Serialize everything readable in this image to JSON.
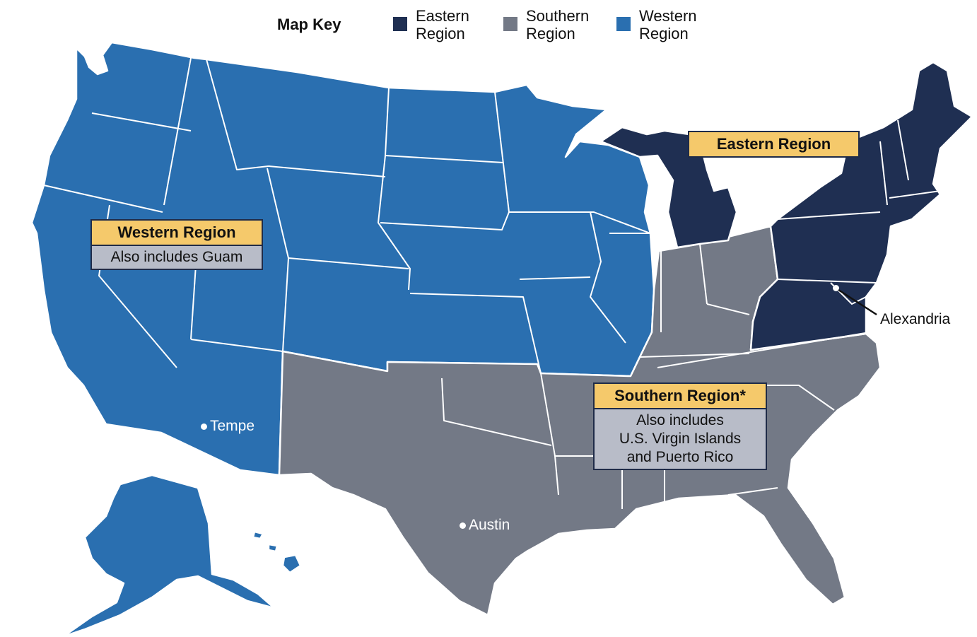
{
  "map_key": {
    "title": "Map Key",
    "items": [
      {
        "label": "Eastern\nRegion",
        "color": "#1f2f52"
      },
      {
        "label": "Southern\nRegion",
        "color": "#737986"
      },
      {
        "label": "Western\nRegion",
        "color": "#2a6fb0"
      }
    ]
  },
  "callouts": {
    "western": {
      "title": "Western Region",
      "body": "Also includes Guam"
    },
    "eastern": {
      "title": "Eastern Region"
    },
    "southern": {
      "title": "Southern Region*",
      "body": "Also includes\nU.S. Virgin Islands\nand Puerto Rico"
    }
  },
  "cities": {
    "tempe": "Tempe",
    "austin": "Austin",
    "alexandria": "Alexandria"
  },
  "colors": {
    "eastern": "#1f2f52",
    "southern": "#737986",
    "western": "#2a6fb0",
    "callout_title_bg": "#f5c96b",
    "callout_body_bg": "#b8bcc8"
  }
}
